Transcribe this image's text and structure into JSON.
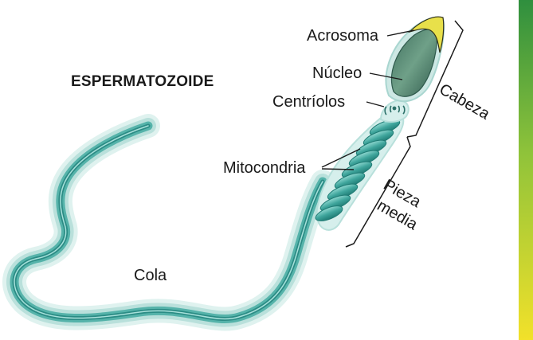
{
  "title": "ESPERMATOZOIDE",
  "labels": {
    "acrosoma": "Acrosoma",
    "nucleo": "Núcleo",
    "centriolos": "Centríolos",
    "mitocondria": "Mitocondria",
    "cola": "Cola",
    "cabeza": "Cabeza",
    "pieza_line1": "Pieza",
    "pieza_line2": "media"
  },
  "colors": {
    "tail_outer": "#cfe9e6",
    "tail_mid": "#7cc7c0",
    "tail_core": "#2b9a92",
    "nucleus": "#5f8f7a",
    "acrosome": "#e8e04a",
    "mito": "#48a9a0",
    "side_bar_top": "#2f8f3e",
    "side_bar_bottom": "#f2e12a"
  }
}
